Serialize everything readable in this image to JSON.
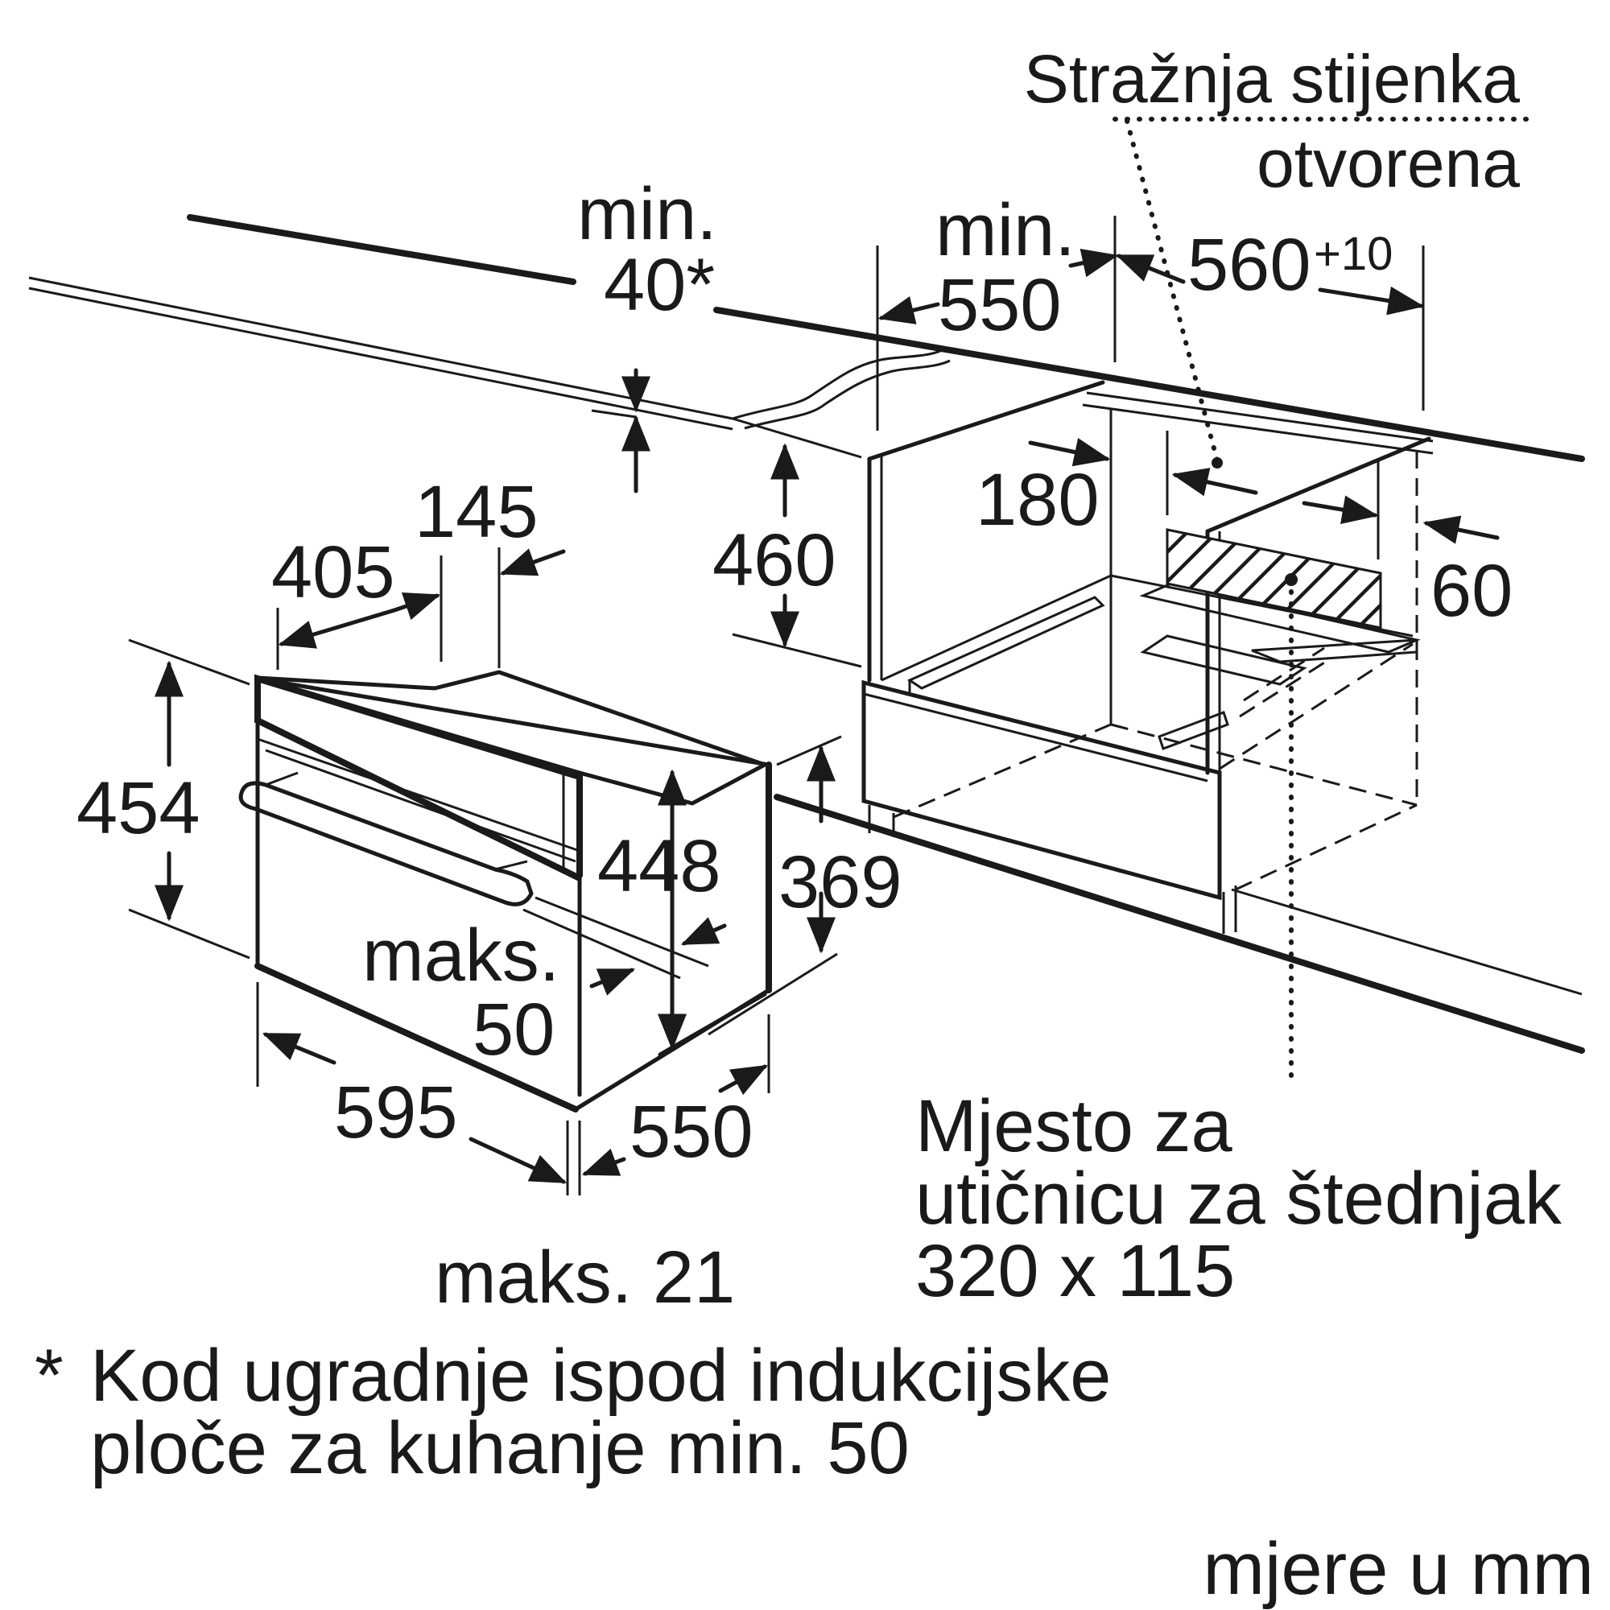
{
  "labels": {
    "rear_wall_line1": "Stražnja stijenka",
    "rear_wall_line2": "otvorena",
    "min_40_line1": "min.",
    "min_40_line2": "40*",
    "min_550_line1": "min.",
    "min_550_line2": "550",
    "dim_560": "560",
    "dim_560_tolerance": "+10",
    "dim_460": "460",
    "dim_180": "180",
    "dim_60": "60",
    "dim_145": "145",
    "dim_405": "405",
    "dim_454": "454",
    "dim_448": "448",
    "dim_369": "369",
    "maks_50_line1": "maks.",
    "maks_50_line2": "50",
    "dim_595": "595",
    "dim_550_depth": "550",
    "maks_21": "maks. 21",
    "socket_line1": "Mjesto za",
    "socket_line2": "utičnicu za štednjak",
    "socket_line3": "320 x 115"
  },
  "footnote": {
    "marker": "*",
    "line1": "Kod ugradnje ispod indukcijske",
    "line2": "ploče za kuhanje min. 50"
  },
  "units_note": "mjere u mm"
}
